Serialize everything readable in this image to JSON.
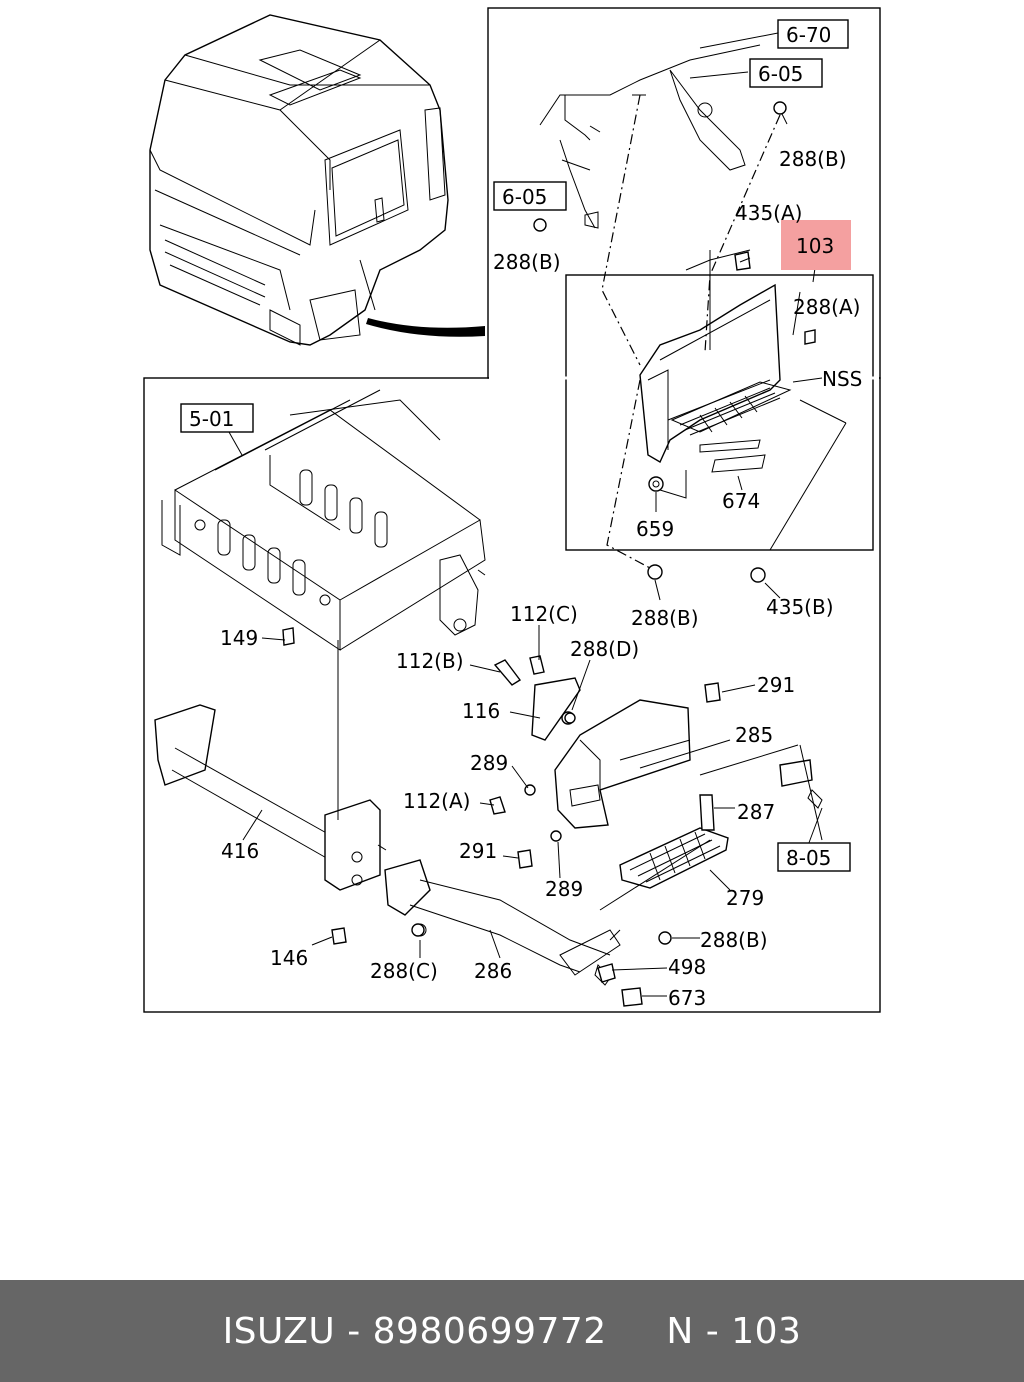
{
  "callouts": {
    "c670": "6-70",
    "c605_top": "6-05",
    "c288b_1": "288(B)",
    "c605_left": "6-05",
    "c435a": "435(A)",
    "c103": "103",
    "c288b_2": "288(B)",
    "c288a": "288(A)",
    "nss": "NSS",
    "c674": "674",
    "c659": "659",
    "c288b_3": "288(B)",
    "c435b": "435(B)",
    "c501": "5-01",
    "c149": "149",
    "c112c": "112(C)",
    "c288d": "288(D)",
    "c112b": "112(B)",
    "c291_1": "291",
    "c116": "116",
    "c285": "285",
    "c289_1": "289",
    "c112a": "112(A)",
    "c287": "287",
    "c416": "416",
    "c291_2": "291",
    "c805": "8-05",
    "c289_2": "289",
    "c279": "279",
    "c146": "146",
    "c288b_4": "288(B)",
    "c288c": "288(C)",
    "c286": "286",
    "c498": "498",
    "c673": "673"
  },
  "footer": {
    "text": "ISUZU - 8980699772     N - 103"
  },
  "colors": {
    "highlight": "#f4a0a0",
    "footer_bg": "#666666",
    "footer_text": "#ffffff"
  }
}
